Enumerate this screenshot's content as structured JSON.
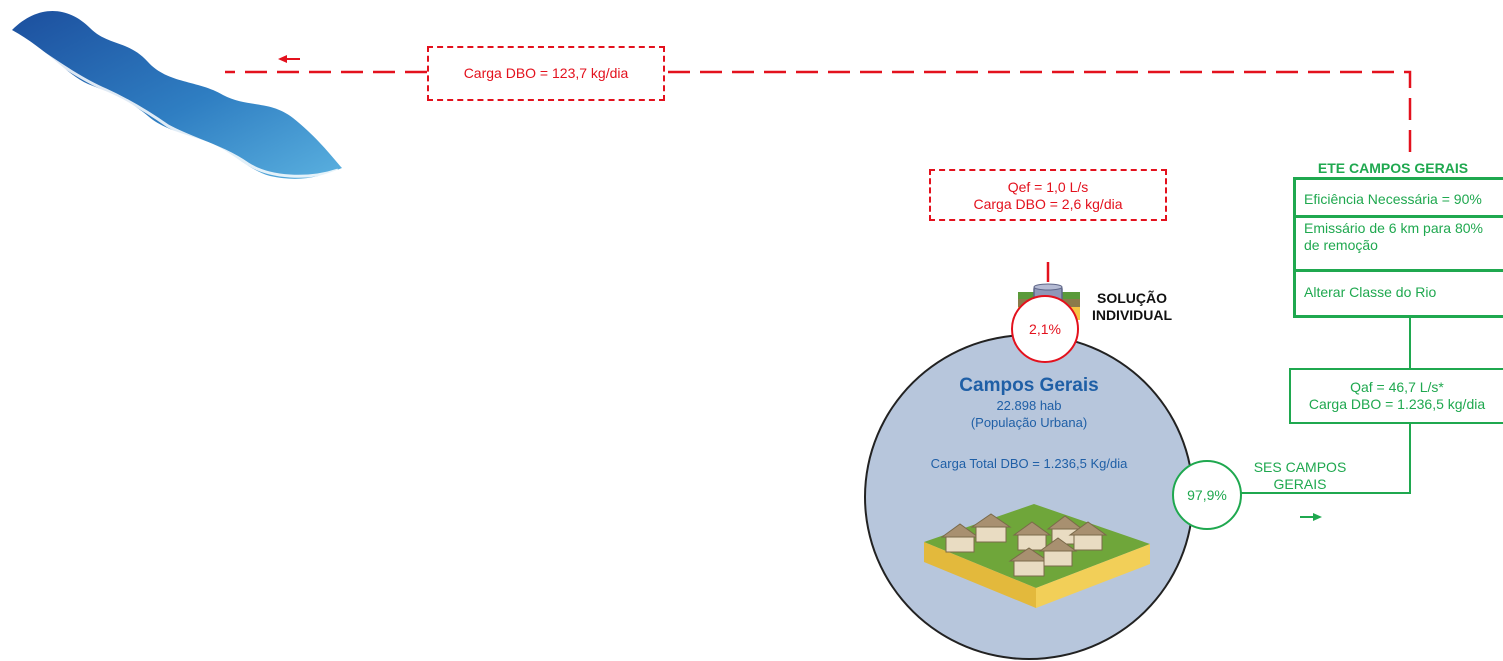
{
  "river_load": {
    "label": "Carga DBO = 123,7 kg/dia"
  },
  "individual": {
    "flow": "Qef = 1,0 L/s",
    "load": "Carga DBO = 2,6 kg/dia",
    "title_line1": "SOLUÇÃO",
    "title_line2": "INDIVIDUAL",
    "percent": "2,1%"
  },
  "municipality": {
    "name": "Campos Gerais",
    "population": "22.898 hab",
    "population_note": "(População Urbana)",
    "total_load": "Carga Total DBO = 1.236,5 Kg/dia"
  },
  "ses": {
    "percent": "97,9%",
    "label_line1": "SES CAMPOS",
    "label_line2": "GERAIS"
  },
  "ete": {
    "title": "ETE CAMPOS GERAIS",
    "rows": [
      "Eficiência Necessária = 90%",
      "Emissário de 6 km para 80%",
      "de remoção",
      "Alterar Classe do Rio"
    ],
    "flow": "Qaf = 46,7 L/s*",
    "load": "Carga DBO = 1.236,5 kg/dia"
  },
  "colors": {
    "red": "#e3111d",
    "green": "#1fa84f",
    "blue_text": "#1f5fa6",
    "circle_fill": "#b7c6dc"
  }
}
